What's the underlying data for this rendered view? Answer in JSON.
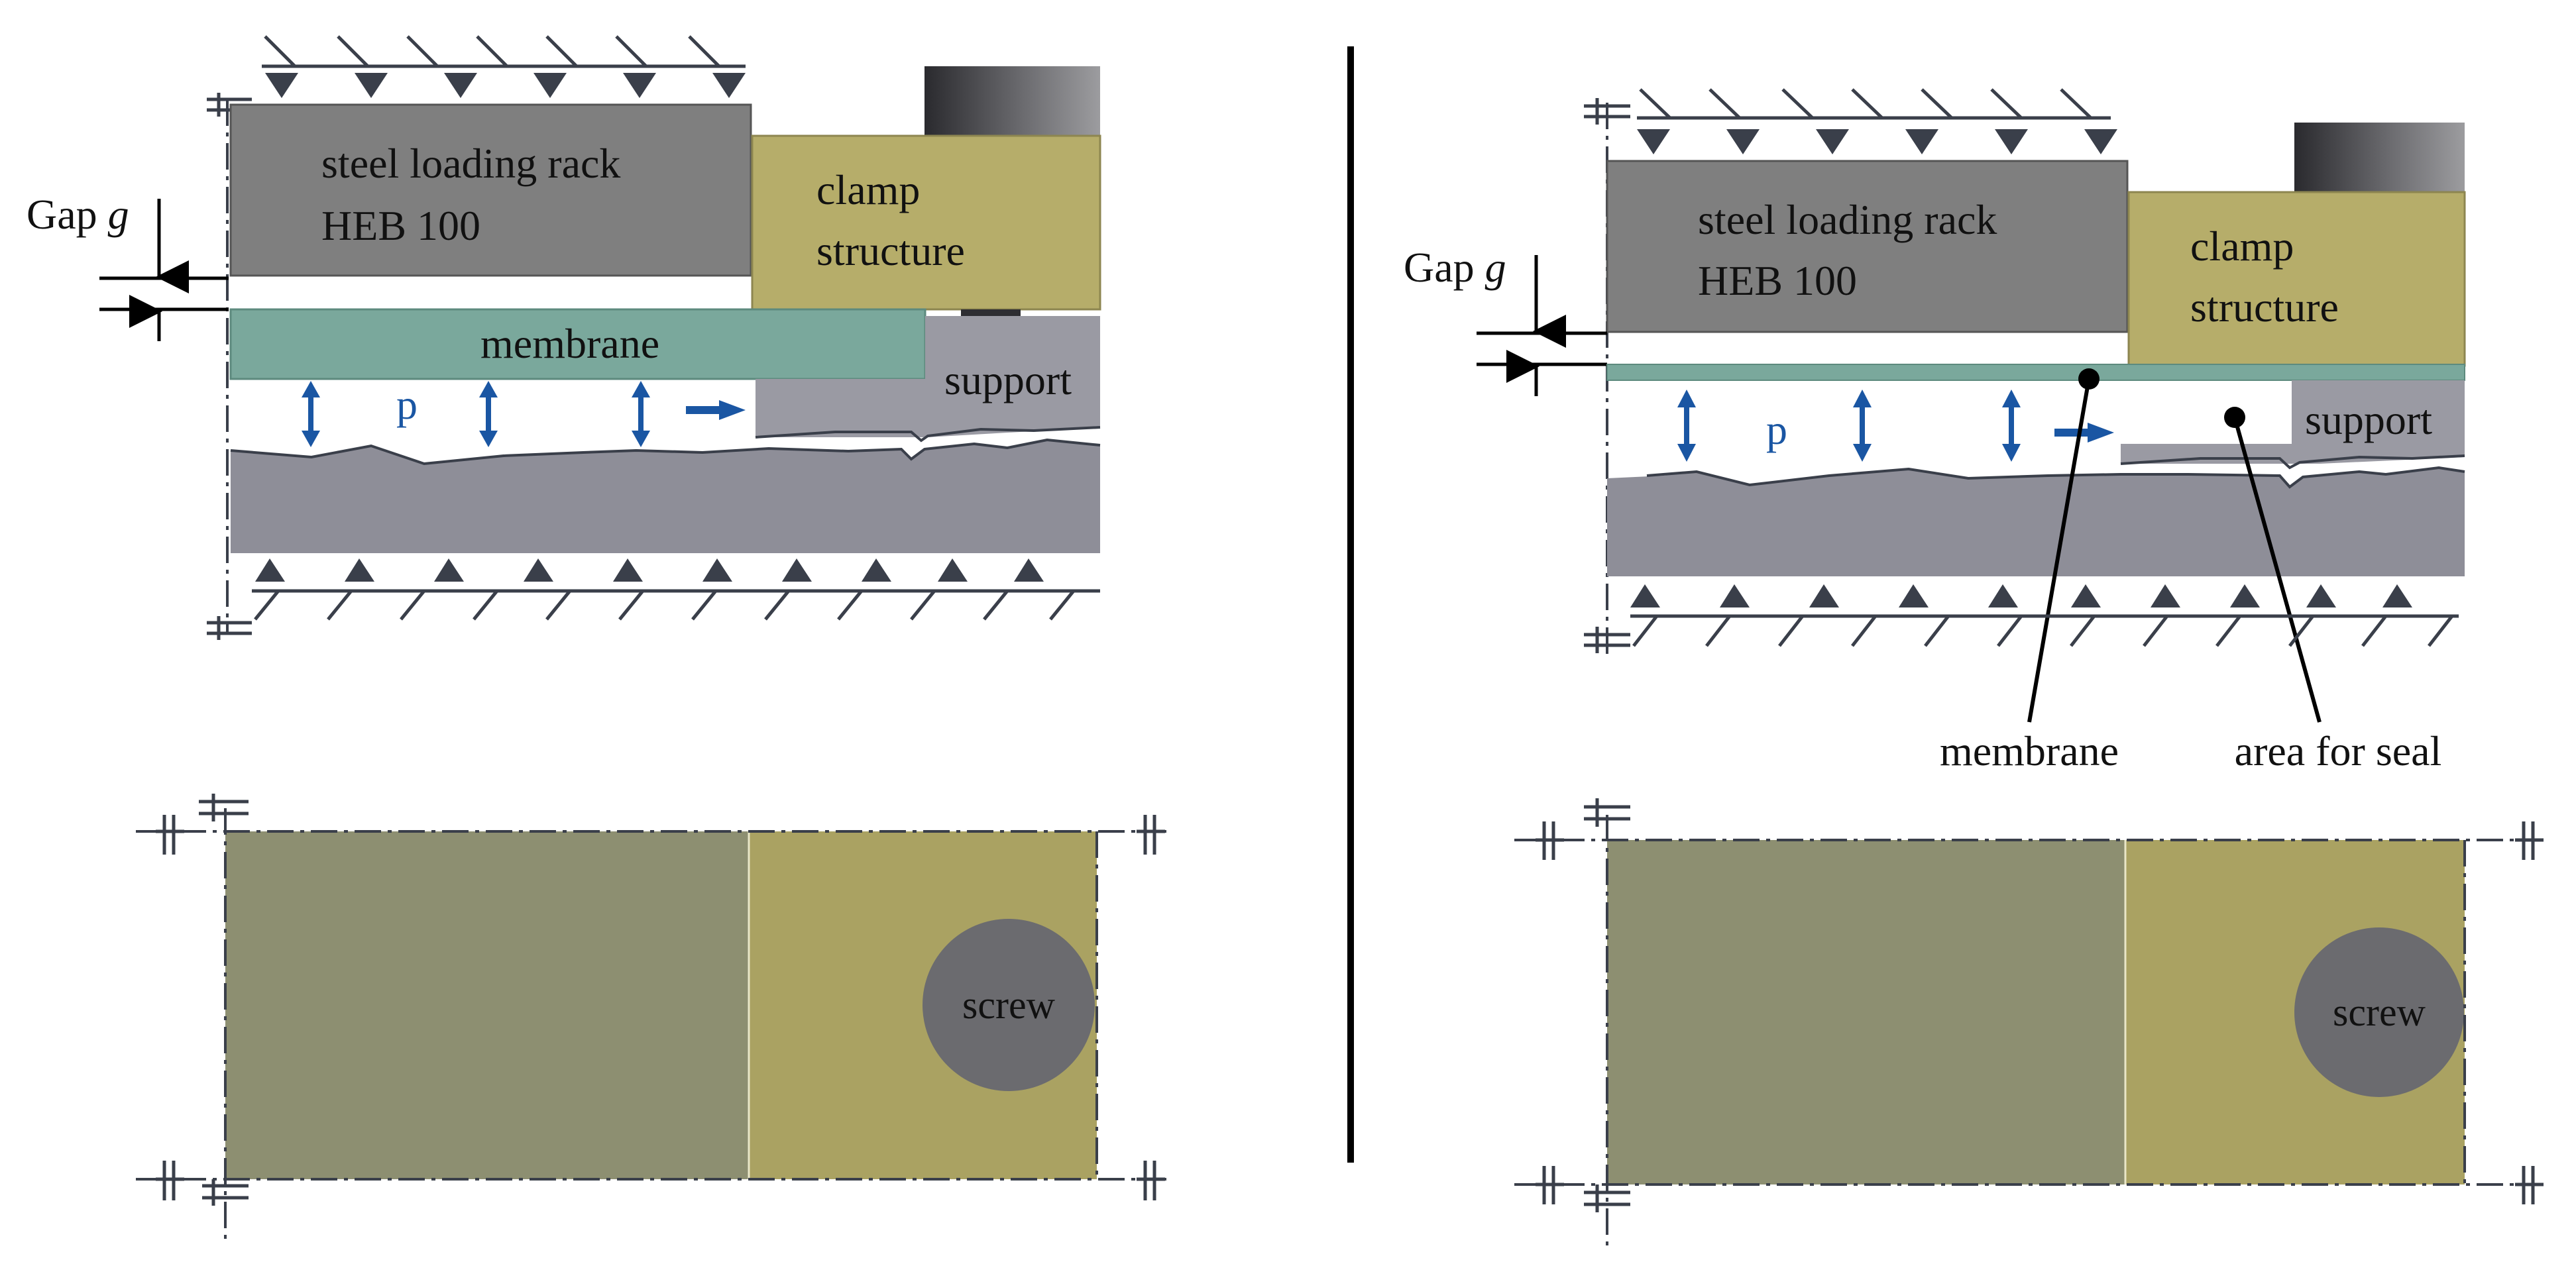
{
  "colors": {
    "rack": "#7f7f7f",
    "clamp": "#b6ad6a",
    "membrane": "#7aa89c",
    "support": "#9a9aa3",
    "base": "#8e8e98",
    "arrow": "#1a56a3",
    "line": "#3a3f4a",
    "screw": "#6b6b6f",
    "plan_left": "#8d8f71",
    "plan_right": "#aaa262"
  },
  "left": {
    "gap_label": "Gap",
    "gap_symbol": "g",
    "rack_line1": "steel loading rack",
    "rack_line2": "HEB 100",
    "clamp_line1": "clamp",
    "clamp_line2": "structure",
    "membrane": "membrane",
    "pressure": "p",
    "support": "support",
    "screw": "screw"
  },
  "right": {
    "gap_label": "Gap",
    "gap_symbol": "g",
    "rack_line1": "steel loading rack",
    "rack_line2": "HEB 100",
    "clamp_line1": "clamp",
    "clamp_line2": "structure",
    "pressure": "p",
    "support": "support",
    "callout_membrane": "membrane",
    "callout_seal": "area for seal",
    "screw": "screw"
  }
}
